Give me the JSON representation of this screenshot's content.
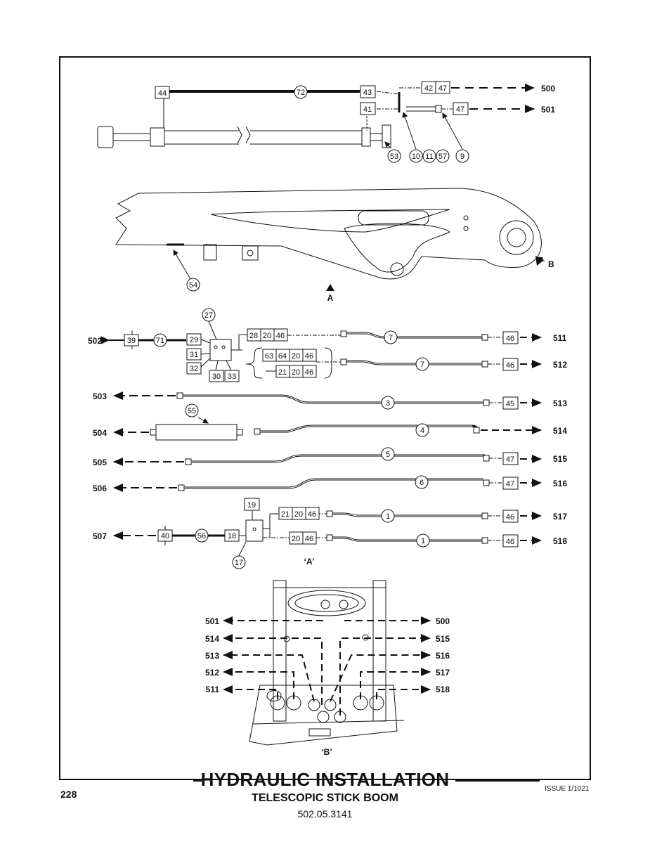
{
  "title": "HYDRAULIC INSTALLATION",
  "subtitle": "TELESCOPIC STICK BOOM",
  "doc_number": "502.05.3141",
  "page_number": "228",
  "issue": "ISSUE 1/1021",
  "views": {
    "a": "‘A’",
    "b": "‘B’",
    "arrow_a": "A",
    "arrow_b": "B"
  },
  "top_callouts": {
    "box_44": "44",
    "circle_72": "72",
    "box_43": "43",
    "box_41": "41",
    "box_42": "42",
    "box_47a": "47",
    "box_47b": "47",
    "circle_53": "53",
    "circle_10": "10",
    "circle_11": "11",
    "circle_57": "57",
    "circle_9": "9",
    "circle_54": "54",
    "ref_500": "500",
    "ref_501": "501"
  },
  "block_27": {
    "circle_27": "27",
    "box_29": "29",
    "box_31": "31",
    "box_32": "32",
    "box_30": "30",
    "box_33": "33",
    "box_39": "39",
    "circle_71": "71",
    "ref_502": "502",
    "row1": [
      "28",
      "20",
      "46"
    ],
    "row2": [
      "63",
      "64",
      "20",
      "46"
    ],
    "row3": [
      "21",
      "20",
      "46"
    ]
  },
  "hose_rows": [
    {
      "left": "",
      "circle": "7",
      "box": "46",
      "right": "511"
    },
    {
      "left": "",
      "circle": "7",
      "box": "46",
      "right": "512"
    },
    {
      "left": "503",
      "circle": "3",
      "box": "45",
      "right": "513"
    },
    {
      "left": "504",
      "circle": "4",
      "box": "",
      "right": "514"
    },
    {
      "left": "505",
      "circle": "5",
      "box": "47",
      "right": "515"
    },
    {
      "left": "506",
      "circle": "6",
      "box": "47",
      "right": "516"
    },
    {
      "left": "",
      "circle": "1",
      "box": "46",
      "right": "517"
    },
    {
      "left": "507",
      "circle": "1",
      "box": "46",
      "right": "518"
    }
  ],
  "block_17": {
    "circle_55": "55",
    "box_19": "19",
    "circle_17": "17",
    "box_18": "18",
    "box_40": "40",
    "circle_56": "56",
    "row1": [
      "21",
      "20",
      "46"
    ],
    "row2": [
      "20",
      "46"
    ]
  },
  "view_b": {
    "left": [
      "501",
      "514",
      "513",
      "512",
      "511"
    ],
    "right": [
      "500",
      "515",
      "516",
      "517",
      "518"
    ]
  }
}
